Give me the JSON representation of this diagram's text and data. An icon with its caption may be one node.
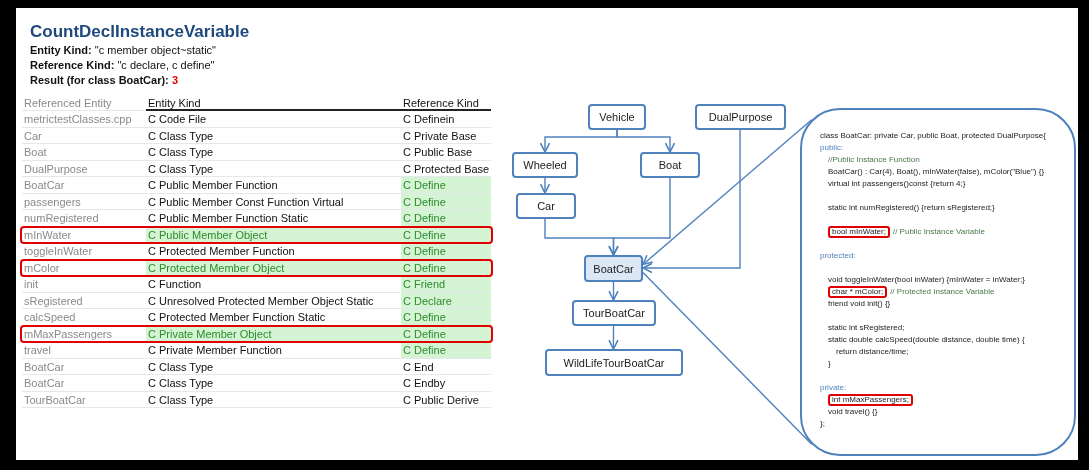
{
  "diagram": {
    "title": "CountDeclInstanceVariable",
    "nodes": [
      {
        "text": [
          "Vehicle"
        ]
      },
      {
        "text": [
          "DualPurpose"
        ]
      },
      {
        "text": [
          "Wheeled"
        ]
      },
      {
        "text": [
          "Boat"
        ]
      },
      {
        "text": [
          "Car"
        ]
      },
      {
        "text": [
          "BoatCar"
        ]
      },
      {
        "text": [
          "TourBoatCar"
        ]
      },
      {
        "text": [
          "WildLifeTourBoatCar"
        ]
      },
      {
        "text": [
          "class BoatCar: private Car, public Boat, protected DualPurpose{",
          "public:",
          "//Public Instance Function",
          "BoatCar() : Car(4), Boat(), mInWater(false), mColor(\"Blue\") {}",
          "virtual int passengers()const {return 4;}",
          "static int numRegistered() {return sRegistered;}",
          "bool mInWater;",
          "// Public Instance Variable",
          "protected:",
          "void toggleInWater(bool inWater) {mInWater = inWater;}",
          "char * mColor;",
          "// Protected Instance Variable",
          "friend void init() {}",
          "static int sRegistered;",
          "static double calcSpeed(double distance, double time) {",
          "return distance/time;",
          "}",
          "private:",
          "int mMaxPassengers;",
          "void travel() {}",
          "};"
        ]
      }
    ],
    "edges": [
      {
        "from": 0,
        "to": 2,
        "arrow": "to"
      },
      {
        "from": 0,
        "to": 3,
        "arrow": "to"
      },
      {
        "from": 2,
        "to": 4,
        "arrow": "to"
      },
      {
        "from": 4,
        "to": 5,
        "arrow": "to"
      },
      {
        "from": 3,
        "to": 5,
        "arrow": "to"
      },
      {
        "from": 1,
        "to": 5,
        "arrow": "to"
      },
      {
        "from": 5,
        "to": 6,
        "arrow": "to"
      },
      {
        "from": 6,
        "to": 7,
        "arrow": "to"
      },
      {
        "from": 8,
        "to": 5,
        "arrow": "to"
      },
      {
        "from": 8,
        "to": 5,
        "arrow": "none"
      }
    ],
    "labels": [
      "**Entity Kind:** \"c member object~static\"",
      "**Reference Kind:** \"c declare, c define\"",
      "Result (for class BoatCar):",
      "3",
      "Referenced Entity",
      "Entity Kind",
      "Reference Kind",
      "metrictestClasses.cpp",
      "C Code File",
      "C Definein",
      "Car",
      "C Class Type",
      "C Private Base",
      "Boat",
      "C Class Type",
      "C Public Base",
      "DualPurpose",
      "C Class Type",
      "C Protected Base",
      "BoatCar",
      "C Public Member Function",
      "C Define",
      "passengers",
      "C Public Member Const Function Virtual",
      "C Define",
      "numRegistered",
      "C Public Member Function Static",
      "C Define",
      "mInWater",
      "C Public Member Object",
      "C Define",
      "toggleInWater",
      "C Protected Member Function",
      "C Define",
      "mColor",
      "C Protected Member Object",
      "C Define",
      "init",
      "C Function",
      "C Friend",
      "sRegistered",
      "C Unresolved Protected Member Object Static",
      "C Declare",
      "calcSpeed",
      "C Protected Member Function Static",
      "C Define",
      "mMaxPassengers",
      "C Private Member Object",
      "C Define",
      "travel",
      "C Private Member Function",
      "C Define",
      "BoatCar",
      "C Class Type",
      "C End",
      "BoatCar",
      "C Class Type",
      "C Endby",
      "TourBoatCar",
      "C Class Type",
      "C Public Derive"
    ]
  }
}
